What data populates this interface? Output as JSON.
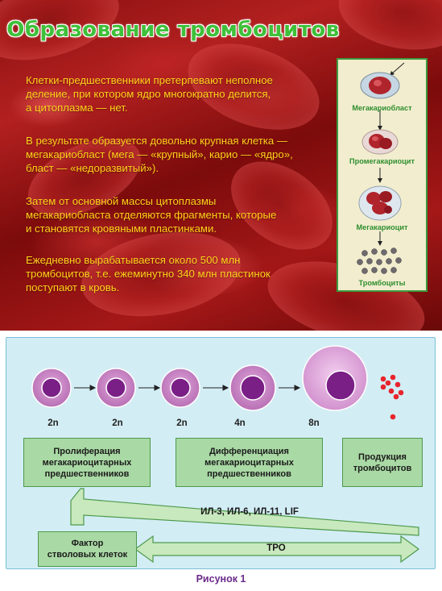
{
  "title": "Образование тромбоцитов",
  "paragraphs": [
    [
      "Клетки-предшественники претерпевают неполное",
      "деление, при котором ядро многократно делится,",
      "а цитоплазма — нет."
    ],
    [
      "В результате образуется довольно крупная клетка —",
      "мегакариобласт (мега — «крупный», карио — «ядро»,",
      "бласт — «недоразвитый»)."
    ],
    [
      "Затем от основной массы цитоплазмы",
      "мегакариобласта отделяются фрагменты, которые",
      "и становятся кровяными пластинками."
    ],
    [
      "Ежедневно вырабатывается около 500 млн",
      "тромбоцитов, т.е. ежеминутно 340 млн пластинок",
      "поступают в кровь."
    ]
  ],
  "stages": [
    "Мегакариобласт",
    "Промегакариоцит",
    "Мегакариоцит",
    "Тромбоциты"
  ],
  "diagram": {
    "ploidy": [
      "2n",
      "2n",
      "2n",
      "4n",
      "8n"
    ],
    "phases": [
      [
        "Пролиферация",
        "мегакариоцитарных",
        "предшественников"
      ],
      [
        "Дифференциация",
        "мегакариоцитарных",
        "предшественников"
      ],
      [
        "Продукция",
        "тромбоцитов"
      ]
    ],
    "factor_box": [
      "Фактор",
      "стволовых клеток"
    ],
    "interleukins": "ИЛ-3, ИЛ-6, ИЛ-11, LIF",
    "tpo": "ТРО"
  },
  "caption": "Рисунок 1",
  "colors": {
    "title_green": "#3fc03a",
    "text_yellow": "#ffd21a",
    "cell_outer": "#c77bc4",
    "cell_nucleus": "#7a1f86",
    "platelet_red": "#e8242c",
    "box_green": "#a9d9a4",
    "arrow_fill": "#c8e8bd",
    "caption_purple": "#6b2a8a"
  }
}
